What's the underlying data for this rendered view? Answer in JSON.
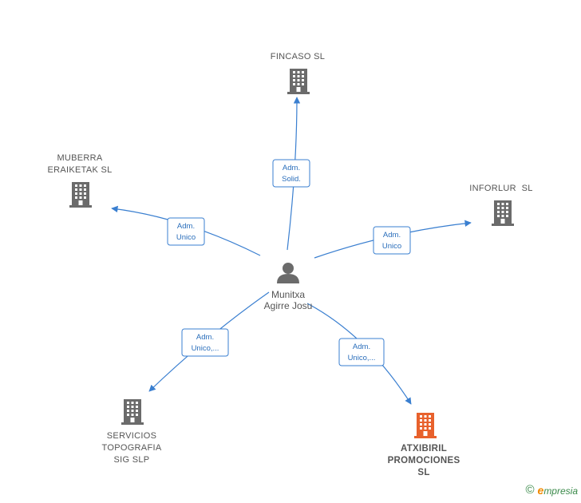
{
  "center": {
    "name_line1": "Munitxa",
    "name_line2": "Agirre Josu",
    "icon": "person-icon"
  },
  "companies": {
    "fincaso": {
      "lines": [
        "FINCASO SL"
      ],
      "icon": "building-icon",
      "color": "#6b6b6b"
    },
    "muberra": {
      "lines": [
        "MUBERRA",
        "ERAIKETAK SL"
      ],
      "icon": "building-icon",
      "color": "#6b6b6b"
    },
    "inforlur": {
      "lines": [
        "INFORLUR  SL"
      ],
      "icon": "building-icon",
      "color": "#6b6b6b"
    },
    "servicios": {
      "lines": [
        "SERVICIOS",
        "TOPOGRAFIA",
        "SIG SLP"
      ],
      "icon": "building-icon",
      "color": "#6b6b6b"
    },
    "atxibiril": {
      "lines": [
        "ATXIBIRIL",
        "PROMOCIONES",
        "SL"
      ],
      "icon": "building-icon",
      "color": "#e8612c"
    }
  },
  "roles": {
    "fincaso": [
      "Adm.",
      "Solid."
    ],
    "muberra": [
      "Adm.",
      "Unico"
    ],
    "inforlur": [
      "Adm.",
      "Unico"
    ],
    "servicios": [
      "Adm.",
      "Unico,..."
    ],
    "atxibiril": [
      "Adm.",
      "Unico,..."
    ]
  },
  "colors": {
    "edge": "#3a7fd0",
    "role_text": "#2a6ebb",
    "role_border": "#3a7fd0"
  },
  "footer": {
    "copyright": "©",
    "brand_first": "e",
    "brand_rest": "mpresia"
  }
}
